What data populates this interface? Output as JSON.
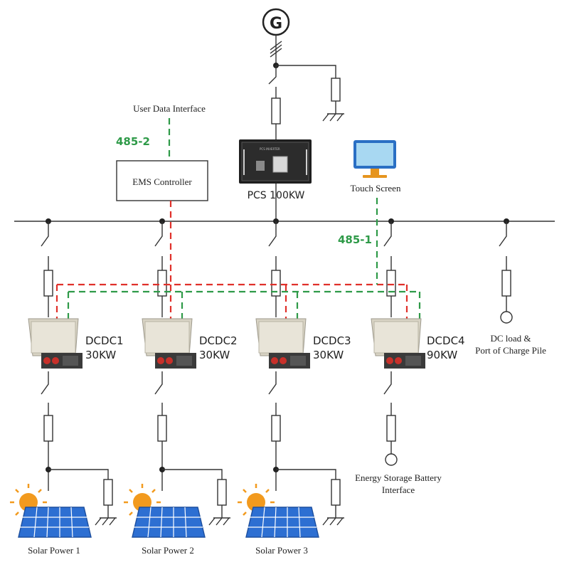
{
  "generator": {
    "symbol": "G"
  },
  "user_data_interface": "User Data Interface",
  "link_485_2": "485-2",
  "link_485_1": "485-1",
  "ems_controller": "EMS Controller",
  "pcs": {
    "label": "PCS 100KW",
    "screen_text": "PCS INVERTER"
  },
  "touch_screen": "Touch Screen",
  "dcdc": [
    {
      "name": "DCDC1",
      "power": "30KW"
    },
    {
      "name": "DCDC2",
      "power": "30KW"
    },
    {
      "name": "DCDC3",
      "power": "30KW"
    },
    {
      "name": "DCDC4",
      "power": "90KW"
    }
  ],
  "dc_load": {
    "line1": "DC load &",
    "line2": "Port of Charge Pile"
  },
  "battery": {
    "line1": "Energy Storage Battery",
    "line2": "Interface"
  },
  "solar": [
    "Solar Power 1",
    "Solar Power 2",
    "Solar Power 3"
  ],
  "colors": {
    "can_bus_red": "#e0302a",
    "rs485_green": "#2e9a48",
    "panel_blue": "#2d6fd2",
    "sun_orange": "#f29a1e"
  }
}
